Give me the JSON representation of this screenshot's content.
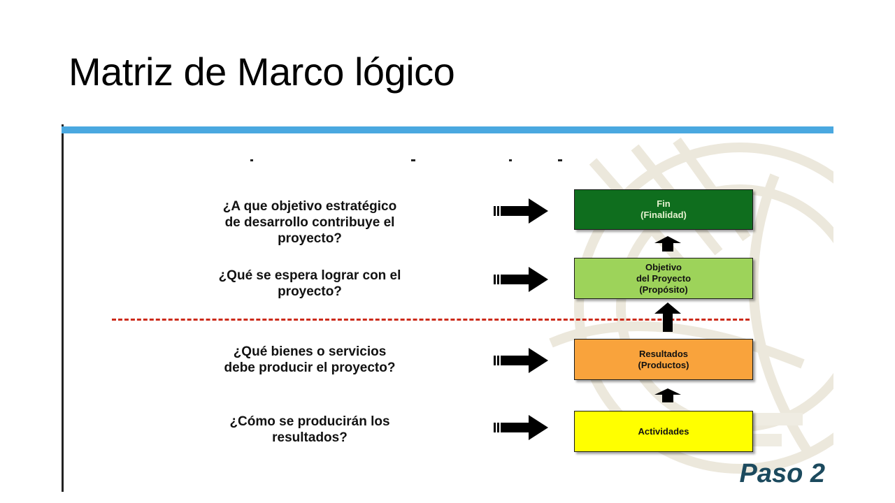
{
  "slide": {
    "title": "Matriz de Marco lógico"
  },
  "colors": {
    "accent_bar": "#4aa8e0",
    "fin_box": "#0f6e1e",
    "objetivo_box": "#9dd35a",
    "resultados_box": "#f9a33c",
    "actividades_box": "#ffff00",
    "dashed_line": "#cc2a1a",
    "paso_text": "#1c4a5e"
  },
  "diagram": {
    "rows": [
      {
        "question": "¿A que objetivo estratégico de desarrollo contribuye el proyecto?",
        "box_label": "Fin (Finalidad)"
      },
      {
        "question": "¿Qué se espera lograr con el proyecto?",
        "box_label": "Objetivo del Proyecto (Propósito)"
      },
      {
        "question": "¿Qué bienes o servicios debe producir el proyecto?",
        "box_label": "Resultados (Productos)"
      },
      {
        "question": "¿Cómo se producirán los resultados?",
        "box_label": "Actividades"
      }
    ],
    "q0_lines": [
      "¿A que objetivo estratégico",
      "de desarrollo contribuye el",
      "proyecto?"
    ],
    "q1_lines": [
      "¿Qué se espera lograr con el",
      "proyecto?"
    ],
    "q2_lines": [
      "¿Qué bienes o servicios",
      "debe producir el proyecto?"
    ],
    "q3_lines": [
      "¿Cómo se producirán los",
      "resultados?"
    ],
    "fin_lines": [
      "Fin",
      "(Finalidad)"
    ],
    "objetivo_lines": [
      "Objetivo",
      "del Proyecto",
      "(Propósito)"
    ],
    "resultados_lines": [
      "Resultados",
      "(Productos)"
    ],
    "actividades_label": "Actividades"
  },
  "footer": {
    "step_label": "Paso 2"
  }
}
